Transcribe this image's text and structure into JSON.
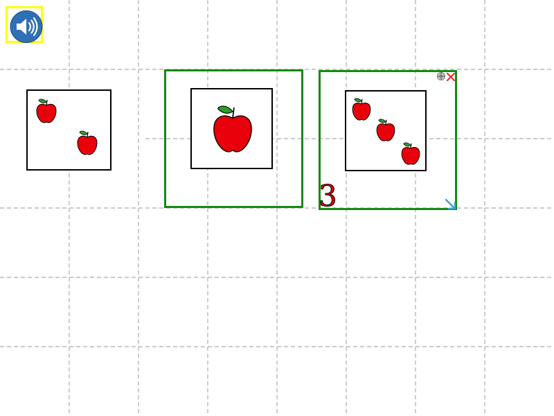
{
  "toolbar": {
    "sound_icon": "speaker-icon",
    "sound_bg": "#2f6fb5",
    "sound_frame": "#ffff00"
  },
  "cards": [
    {
      "apple_count": 2,
      "selected": false
    },
    {
      "apple_count": 1,
      "selected": true
    },
    {
      "apple_count": 3,
      "selected": true,
      "number_label": "3"
    }
  ],
  "card_controls": {
    "move_icon": "move-handle-icon",
    "close_icon": "close-icon",
    "resize_icon": "resize-arrow-icon"
  },
  "colors": {
    "selection_border": "#138a13",
    "apple_red": "#e8000b",
    "leaf_green": "#2e9e2e",
    "grid_line": "#b8b8b8",
    "close_x": "#e03030",
    "resize_arrow": "#3aa0d8"
  }
}
